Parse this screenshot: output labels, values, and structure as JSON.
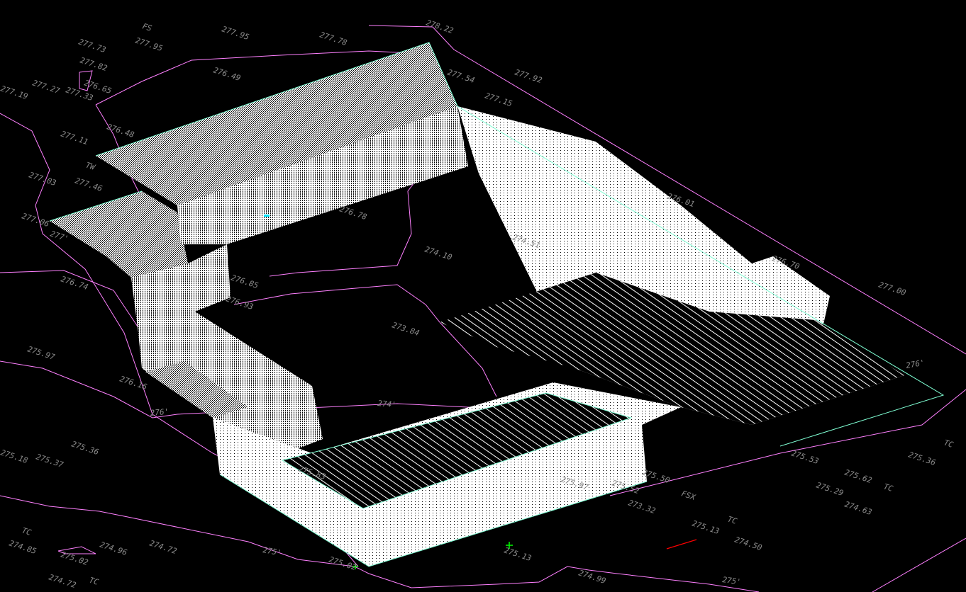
{
  "view": {
    "type": "3D wireframe site grading model",
    "background": "#000000"
  },
  "colors": {
    "contour": "#ff80ff",
    "boundary": "#7fffd4",
    "labels": "#8a8a8a",
    "surface": "#ffffff",
    "marker": "#00ff00",
    "segment": "#ff0000"
  },
  "labels": [
    "277.73",
    "277.95",
    "277.95",
    "277.78",
    "278.22",
    "277.82",
    "276.65",
    "277.27",
    "277.33",
    "277.19",
    "276.49",
    "276.48",
    "277.11",
    "277.03",
    "277.46",
    "277.06",
    "277.15",
    "277.92",
    "277.54",
    "274.10",
    "274.51",
    "273.84",
    "276.74",
    "275.97",
    "276.16",
    "275.36",
    "275.37",
    "275.18",
    "274.85",
    "274.96",
    "274.72",
    "275.02",
    "274.72",
    "275'",
    "275.02",
    "275.13",
    "274.99",
    "275'",
    "275.13",
    "274.50",
    "273.32",
    "275.50",
    "275.53",
    "275.62",
    "275.29",
    "274.63",
    "275.36",
    "276.70",
    "277.00",
    "276'",
    "276.01",
    "274'",
    "276'",
    "276.78",
    "276.93",
    "276.85",
    "277'",
    "275.83",
    "275.97",
    "275.52"
  ],
  "codes": [
    "FS",
    "TW",
    "TC",
    "TC",
    "TC",
    "FSX",
    "TC",
    "TC"
  ]
}
